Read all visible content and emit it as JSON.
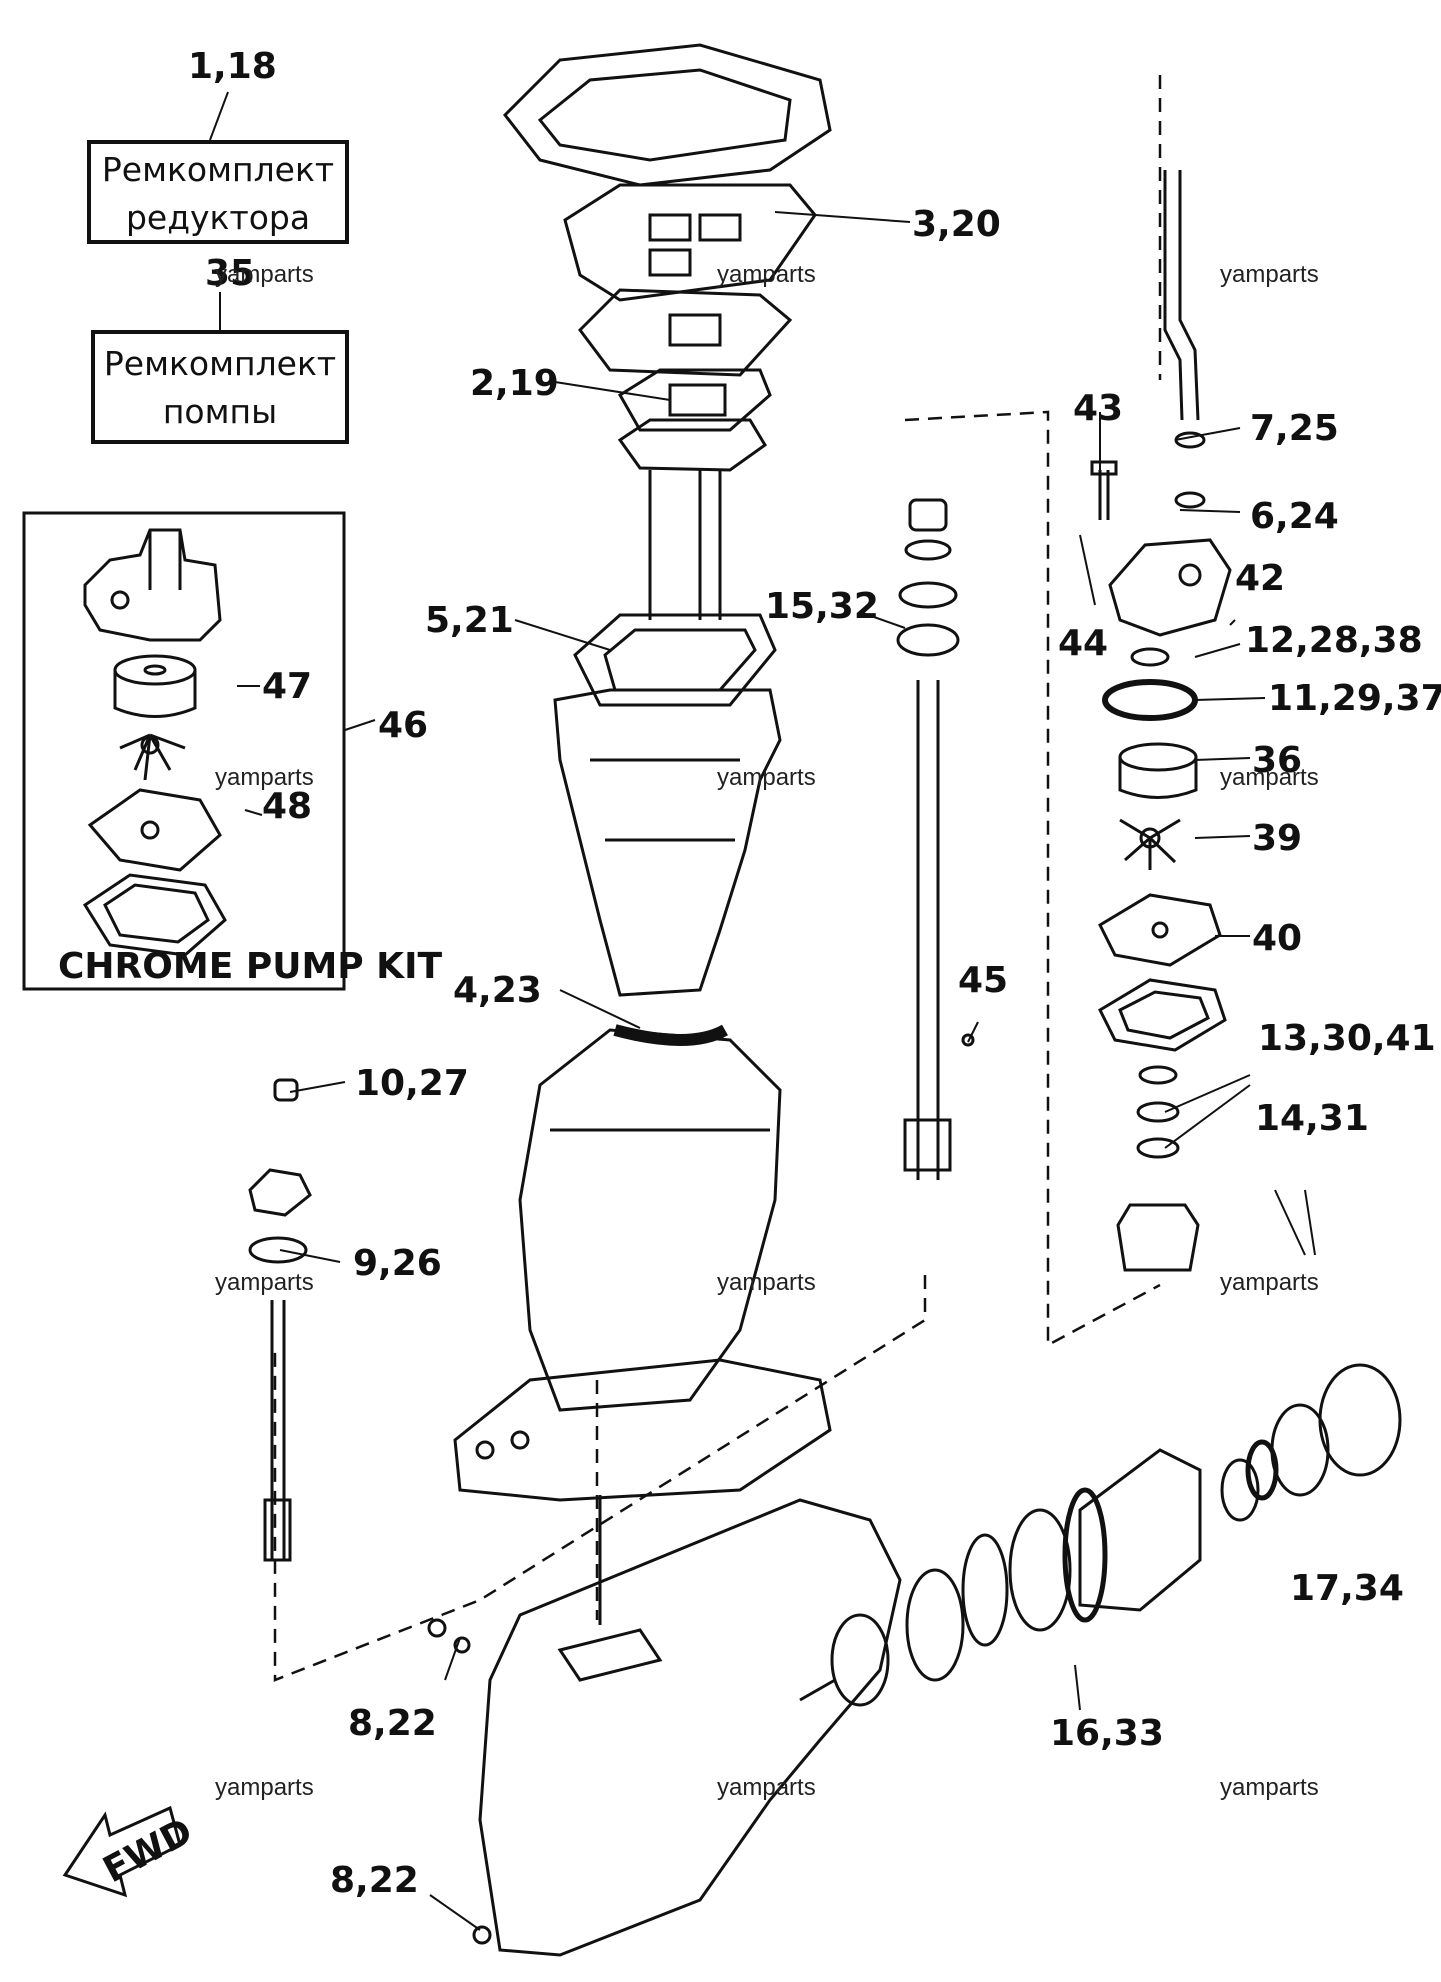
{
  "kit_boxes": {
    "gearcase": {
      "line1": "Ремкомплект",
      "line2": "редуктора"
    },
    "pump": {
      "line1": "Ремкомплект",
      "line2": "помпы"
    }
  },
  "inset": {
    "title": "CHROME PUMP KIT"
  },
  "callouts": {
    "c_1_18": "1,18",
    "c_35": "35",
    "c_3_20": "3,20",
    "c_2_19": "2,19",
    "c_5_21": "5,21",
    "c_4_23": "4,23",
    "c_15_32": "15,32",
    "c_43": "43",
    "c_7_25": "7,25",
    "c_6_24": "6,24",
    "c_44": "44",
    "c_42": "42",
    "c_12_28_38": "12,28,38",
    "c_11_29_37": "11,29,37",
    "c_36": "36",
    "c_39": "39",
    "c_40": "40",
    "c_13_30_41": "13,30,41",
    "c_45": "45",
    "c_14_31": "14,31",
    "c_47": "47",
    "c_46": "46",
    "c_48": "48",
    "c_10_27": "10,27",
    "c_9_26": "9,26",
    "c_17_34": "17,34",
    "c_16_33": "16,33",
    "c_8_22a": "8,22",
    "c_8_22b": "8,22",
    "fwd": "FWD"
  },
  "watermark": "yamparts"
}
